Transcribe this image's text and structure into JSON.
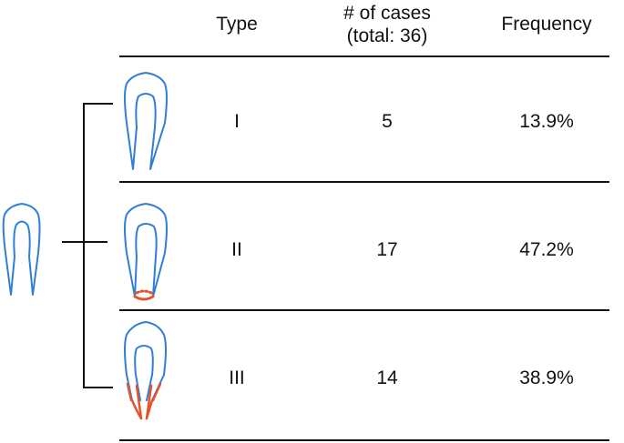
{
  "table": {
    "headers": {
      "type": "Type",
      "cases_line1": "# of cases",
      "cases_line2": "(total: 36)",
      "frequency": "Frequency"
    },
    "rows": [
      {
        "type": "I",
        "cases": "5",
        "frequency": "13.9%"
      },
      {
        "type": "II",
        "cases": "17",
        "frequency": "47.2%"
      },
      {
        "type": "III",
        "cases": "14",
        "frequency": "38.9%"
      }
    ]
  },
  "colors": {
    "tooth_outline": "#2f7fd4",
    "resorption": "#e2542a",
    "rule_lines": "#111111"
  }
}
